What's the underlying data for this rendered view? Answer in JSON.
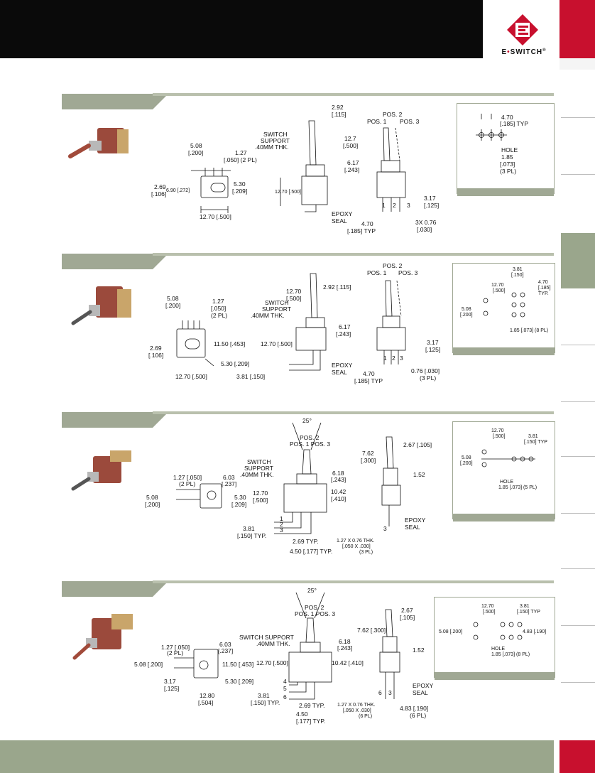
{
  "brand": {
    "name_left": "E",
    "name_right": "SWITCH",
    "reg": "®",
    "accent": "#c8102e"
  },
  "colors": {
    "section": "#a0a894",
    "brand_red": "#c8102e",
    "header": "#0a0a0a"
  },
  "s1": {
    "side": {
      "a": "5.08",
      "a2": "[.200]",
      "b": "1.27",
      "b2": "[.050] (2 PL)",
      "c": "2.69",
      "c2": "[.106]",
      "d": "6.90 [.272]",
      "e": "5.30",
      "e2": "[.209]",
      "f": "12.70 [.500]"
    },
    "front": {
      "t1": "2.92",
      "t1b": "[.115]",
      "sup1": "SWITCH",
      "sup2": "SUPPORT",
      "sup3": ".40MM THK.",
      "h1": "12.7",
      "h1b": "[.500]",
      "h2": "6.17",
      "h2b": "[.243]",
      "h3": "12.70 [.500]",
      "ep1": "EPOXY",
      "ep2": "SEAL"
    },
    "end": {
      "p2": "POS. 2",
      "p1": "POS. 1",
      "p3": "POS. 3",
      "n1": "1",
      "n2": "2",
      "n3": "3",
      "w1": "4.70",
      "w2": "[.185] TYP",
      "v1": "3.17",
      "v2": "[.125]",
      "x1": "3X 0.76",
      "x2": "[.030]"
    },
    "pcb": {
      "a": "4.70",
      "b": "[.185] TYP",
      "c": "HOLE",
      "d": "1.85",
      "e": "[.073]",
      "f": "(3 PL)"
    }
  },
  "s2": {
    "side": {
      "a": "5.08",
      "a2": "[.200]",
      "b": "1.27",
      "b2": "[.050]",
      "b3": "(2 PL)",
      "c": "2.69",
      "c2": "[.106]",
      "d": "11.50 [.453]",
      "e": "5.30 [.209]",
      "f": "12.70 [.500]",
      "g": "3.81 [.150]"
    },
    "front": {
      "h1": "12.70",
      "h1b": "[.500]",
      "t1": "2.92 [.115]",
      "sup1": "SWITCH",
      "sup2": "SUPPORT",
      "sup3": ".40MM THK.",
      "h2": "6.17",
      "h2b": "[.243]",
      "h3": "12.70 [.500]",
      "ep1": "EPOXY",
      "ep2": "SEAL"
    },
    "end": {
      "p2": "POS. 2",
      "p1": "POS. 1",
      "p3": "POS. 3",
      "n1": "1",
      "n2": "2",
      "n3": "3",
      "v1": "3.17",
      "v2": "[.125]",
      "w1": "4.70",
      "w2": "[.185] TYP",
      "x1": "0.76 [.030]",
      "x2": "(3 PL)"
    },
    "pcb": {
      "a": "3.81",
      "a2": "[.150]",
      "b": "12.70",
      "b2": "[.500]",
      "c": "4.70",
      "c2": "[.185]",
      "c3": "TYP.",
      "d": "5.08",
      "d2": "[.200]",
      "e": "1.85 [.073] (8 PL)"
    }
  },
  "s3": {
    "front": {
      "ang": "25°",
      "p2": "POS. 2",
      "p13": "POS. 1  POS. 3",
      "sup1": "SWITCH",
      "sup2": "SUPPORT",
      "sup3": ".40MM THK.",
      "h1": "6.18",
      "h1b": "[.243]",
      "h2": "12.70",
      "h2b": "[.500]",
      "h3": "10.42",
      "h3b": "[.410]",
      "n1": "1",
      "n2": "2",
      "n3": "3",
      "b1": "3.81",
      "b1b": "[.150] TYP.",
      "b2": "2.69 TYP.",
      "b3": "4.50 [.177] TYP."
    },
    "side": {
      "a": "1.27 [.050]",
      "a2": "(2 PL)",
      "b": "6.03",
      "b2": "[.237]",
      "c": "5.08",
      "c2": "[.200]",
      "d": "5.30",
      "d2": "[.209]"
    },
    "end": {
      "a": "7.62",
      "a2": "[.300]",
      "b": "2.67 [.105]",
      "c": "1.52",
      "d": "3",
      "ep1": "EPOXY",
      "ep2": "SEAL",
      "e": "1.27 X 0.76 THK.",
      "e2": "[.050 X .030]",
      "e3": "(3 PL)"
    },
    "pcb": {
      "a": "12.70",
      "a2": "[.500]",
      "b": "3.81",
      "b2": "[.150] TYP",
      "c": "5.08",
      "c2": "[.200]",
      "d": "HOLE",
      "e": "1.85 [.073] (5 PL)"
    }
  },
  "s4": {
    "front": {
      "ang": "25°",
      "p2": "POS. 2",
      "p13": "POS. 1  POS. 3",
      "sup": "SWITCH SUPPORT",
      "sup2": ".40MM THK.",
      "h1": "6.18",
      "h1b": "[.243]",
      "h2": "12.70 [.500]",
      "h3": "10.42 [.410]",
      "n4": "4",
      "n5": "5",
      "n6": "6",
      "b1": "3.81",
      "b1b": "[.150] TYP.",
      "b2": "2.69 TYP.",
      "b3": "4.50",
      "b3b": "[.177] TYP."
    },
    "side": {
      "a": "1.27 [.050]",
      "a2": "(2 PL)",
      "b": "6.03",
      "b2": "[.237]",
      "c": "5.08 [.200]",
      "d": "11.50 [.453]",
      "e": "3.17",
      "e2": "[.125]",
      "f": "5.30 [.209]",
      "g": "12.80",
      "g2": "[.504]"
    },
    "end": {
      "a": "2.67",
      "a2": "[.105]",
      "b": "7.62 [.300]",
      "c": "1.52",
      "n6": "6",
      "n3": "3",
      "ep1": "EPOXY",
      "ep2": "SEAL",
      "e": "1.27 X 0.76 THK.",
      "e2": "[.050 X .030]",
      "e3": "(6 PL)",
      "f": "4.83 [.190]",
      "f2": "(6 PL)"
    },
    "pcb": {
      "a": "12.70",
      "a2": "[.500]",
      "b": "3.81",
      "b2": "[.150] TYP",
      "c": "5.08 [.200]",
      "d": "4.83 [.190]",
      "e": "HOLE",
      "f": "1.85 [.073] (8 PL)"
    }
  }
}
